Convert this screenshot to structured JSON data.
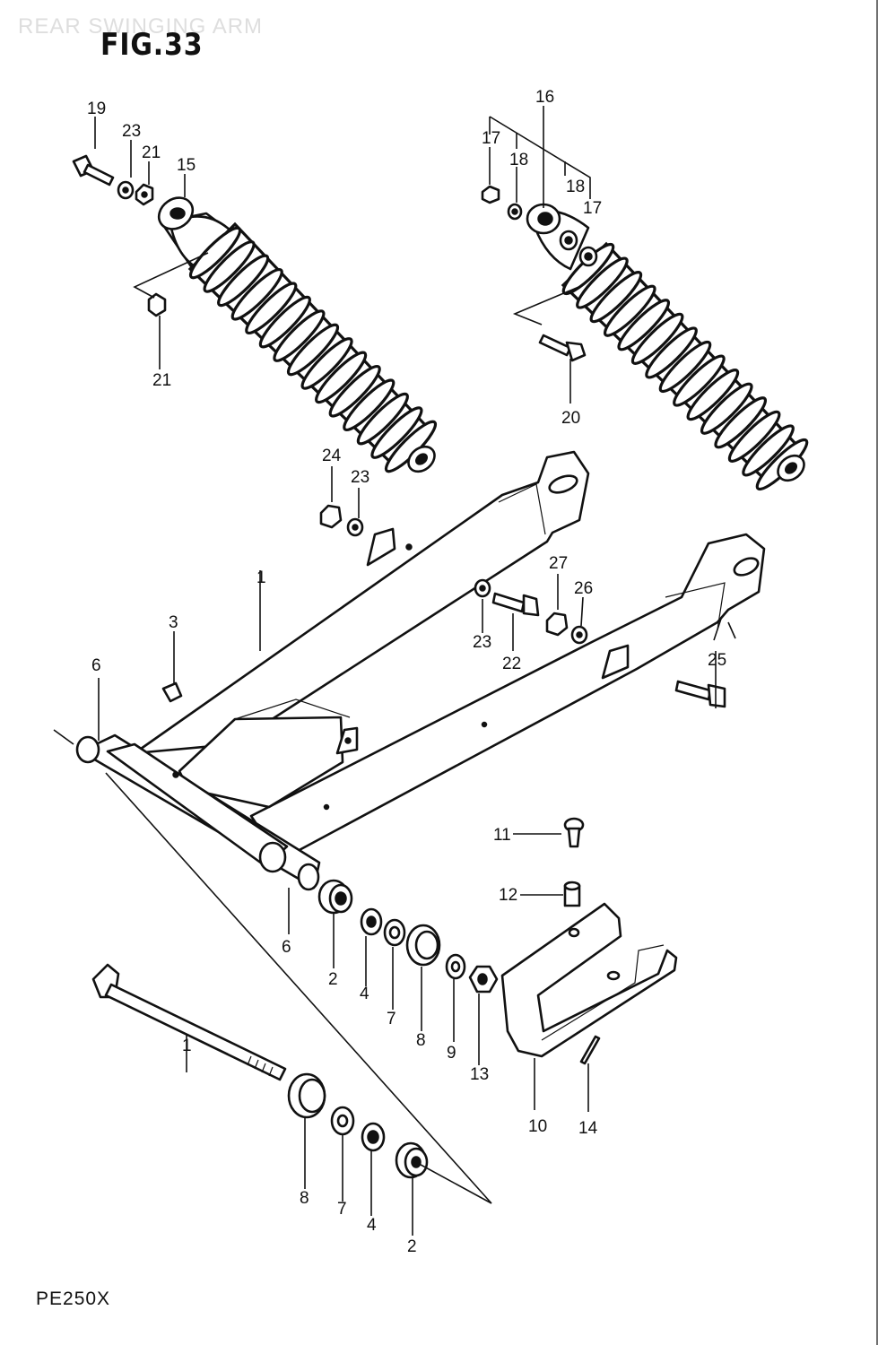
{
  "header": {
    "faded_title": "REAR SWINGING ARM",
    "figure_label": "FIG.33"
  },
  "footer": {
    "model_code": "PE250X"
  },
  "callouts": {
    "c19": "19",
    "c23a": "23",
    "c21a": "21",
    "c15": "15",
    "c21b": "21",
    "c16": "16",
    "c17a": "17",
    "c18a": "18",
    "c18b": "18",
    "c17b": "17",
    "c20": "20",
    "c24": "24",
    "c23b": "23",
    "c27": "27",
    "c26": "26",
    "c23c": "23",
    "c22": "22",
    "c25": "25",
    "c1a": "1",
    "c3": "3",
    "c6a": "6",
    "c11": "11",
    "c12": "12",
    "c6b": "6",
    "c2a": "2",
    "c4a": "4",
    "c7a": "7",
    "c8a": "8",
    "c9": "9",
    "c13": "13",
    "c10": "10",
    "c14": "14",
    "c1b": "1",
    "c8b": "8",
    "c7b": "7",
    "c4b": "4",
    "c2b": "2"
  }
}
